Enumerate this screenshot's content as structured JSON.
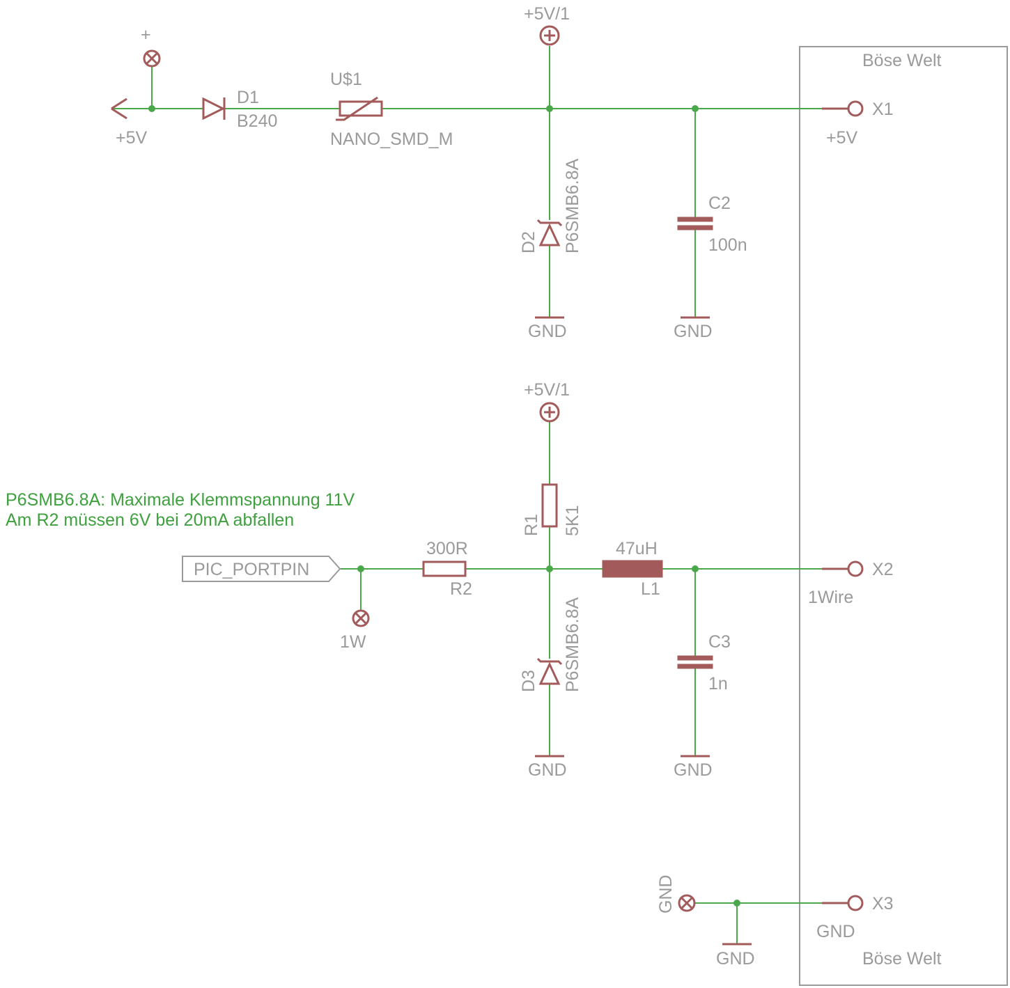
{
  "labels": {
    "plus": "+",
    "supply_5v": "+5V",
    "vcc_top": "+5V/1",
    "vcc_mid": "+5V/1",
    "d1_name": "D1",
    "d1_value": "B240",
    "u1_name": "U$1",
    "u1_value": "NANO_SMD_M",
    "d2_name": "D2",
    "d2_value": "P6SMB6.8A",
    "c2_name": "C2",
    "c2_value": "100n",
    "gnd_d2": "GND",
    "gnd_c2": "GND",
    "x1_name": "X1",
    "x1_signal": "+5V",
    "frame_top": "Böse Welt",
    "frame_bottom": "Böse Welt",
    "r1_name": "R1",
    "r1_value": "5K1",
    "r2_value": "300R",
    "r2_name": "R2",
    "l1_value": "47uH",
    "l1_name": "L1",
    "x2_name": "X2",
    "x2_signal": "1Wire",
    "portpin": "PIC_PORTPIN",
    "tp_1w": "1W",
    "d3_name": "D3",
    "d3_value": "P6SMB6.8A",
    "c3_name": "C3",
    "c3_value": "1n",
    "gnd_d3": "GND",
    "gnd_c3": "GND",
    "gnd_tp": "GND",
    "gnd_x3_sym": "GND",
    "x3_name": "X3",
    "x3_signal": "GND"
  },
  "note": {
    "line1": "P6SMB6.8A: Maximale Klemmspannung 11V",
    "line2": "Am R2 müssen 6V bei 20mA abfallen"
  }
}
